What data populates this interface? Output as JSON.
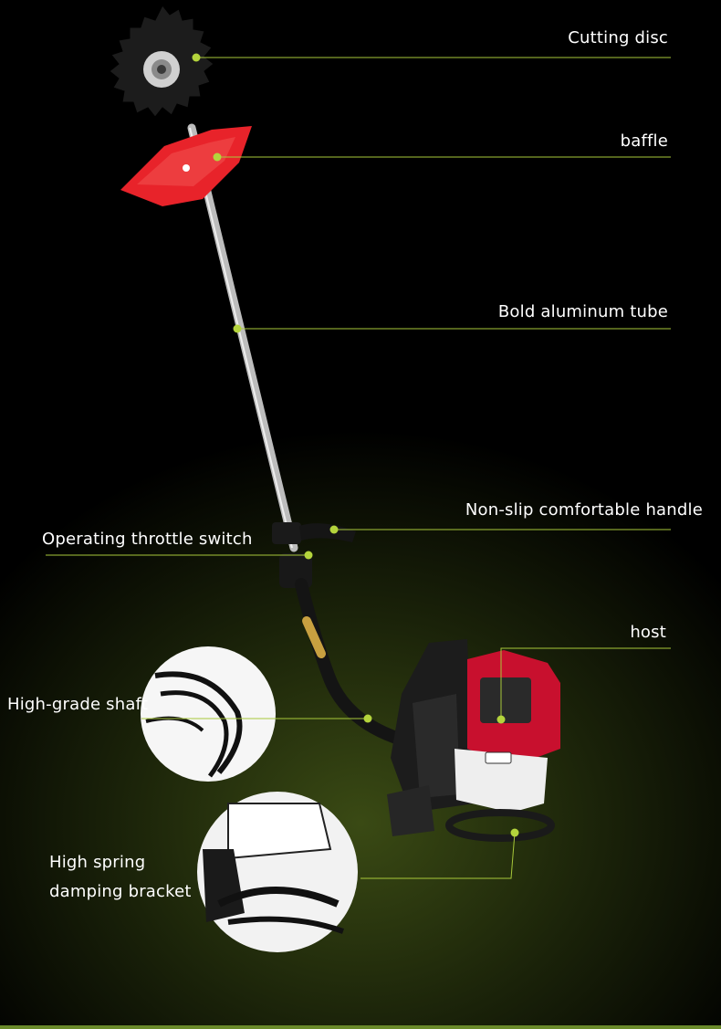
{
  "colors": {
    "background": "#000000",
    "glow": "#3a4a14",
    "leader_line": "#a8c83a",
    "leader_dot": "#b4d43c",
    "text": "#ffffff",
    "blade": "#1a1a1a",
    "guard": "#e8232a",
    "engine": "#c8102e",
    "tube": "#c8c8c8"
  },
  "icons": [
    "cutting-disc-icon",
    "blade-guard-icon",
    "engine-icon",
    "harness-icon"
  ],
  "callouts": [
    {
      "id": "cutting-disc",
      "text": "Cutting disc"
    },
    {
      "id": "baffle",
      "text": "baffle"
    },
    {
      "id": "aluminum-tube",
      "text": "Bold aluminum tube"
    },
    {
      "id": "handle",
      "text": "Non-slip comfortable handle"
    },
    {
      "id": "throttle",
      "text": "Operating throttle switch"
    },
    {
      "id": "host",
      "text": "host"
    },
    {
      "id": "shaft",
      "text": "High-grade shaft"
    },
    {
      "id": "spring-bracket-1",
      "text": "High spring"
    },
    {
      "id": "spring-bracket-2",
      "text": "damping bracket"
    }
  ]
}
